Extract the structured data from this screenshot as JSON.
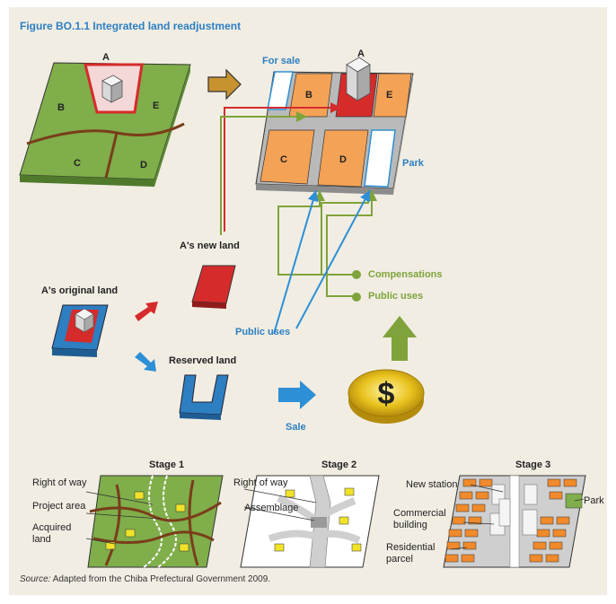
{
  "figure_label": "Figure BO.1.1",
  "figure_title": "Integrated land readjustment",
  "top_parcels": [
    "A",
    "B",
    "E",
    "C",
    "D"
  ],
  "top_after": {
    "parcels": [
      "A",
      "B",
      "E",
      "C",
      "D"
    ],
    "for_sale": "For sale",
    "park": "Park"
  },
  "flow": {
    "original_land": "A's original land",
    "new_land": "A's new land",
    "reserved_land": "Reserved land",
    "sale": "Sale",
    "public_uses_left": "Public uses",
    "compensations": "Compensations",
    "public_uses_right": "Public uses"
  },
  "stages": [
    {
      "title": "Stage 1",
      "labels": [
        "Right of way",
        "Project area",
        "Acquired\nland"
      ]
    },
    {
      "title": "Stage 2",
      "labels": [
        "Right of way",
        "Assemblage"
      ]
    },
    {
      "title": "Stage 3",
      "labels": [
        "New station",
        "Commercial\nbuilding",
        "Residential\nparcel",
        "Park"
      ]
    }
  ],
  "source": {
    "prefix": "Source:",
    "text": "Adapted from the Chiba Prefectural Government 2009."
  },
  "colors": {
    "title_blue": "#2d7fc1",
    "green_land": "#7fae4a",
    "orange_parcel": "#f4a255",
    "red_parcel": "#d62b2b",
    "road_gray": "#b9b9b9",
    "arrow_green": "#7fa33a",
    "arrow_blue": "#2d8fd6",
    "coin_gold": "#e8c21d"
  },
  "icons": [
    "house-icon",
    "coin-dollar-icon",
    "right-arrow-icon",
    "up-arrow-icon"
  ]
}
